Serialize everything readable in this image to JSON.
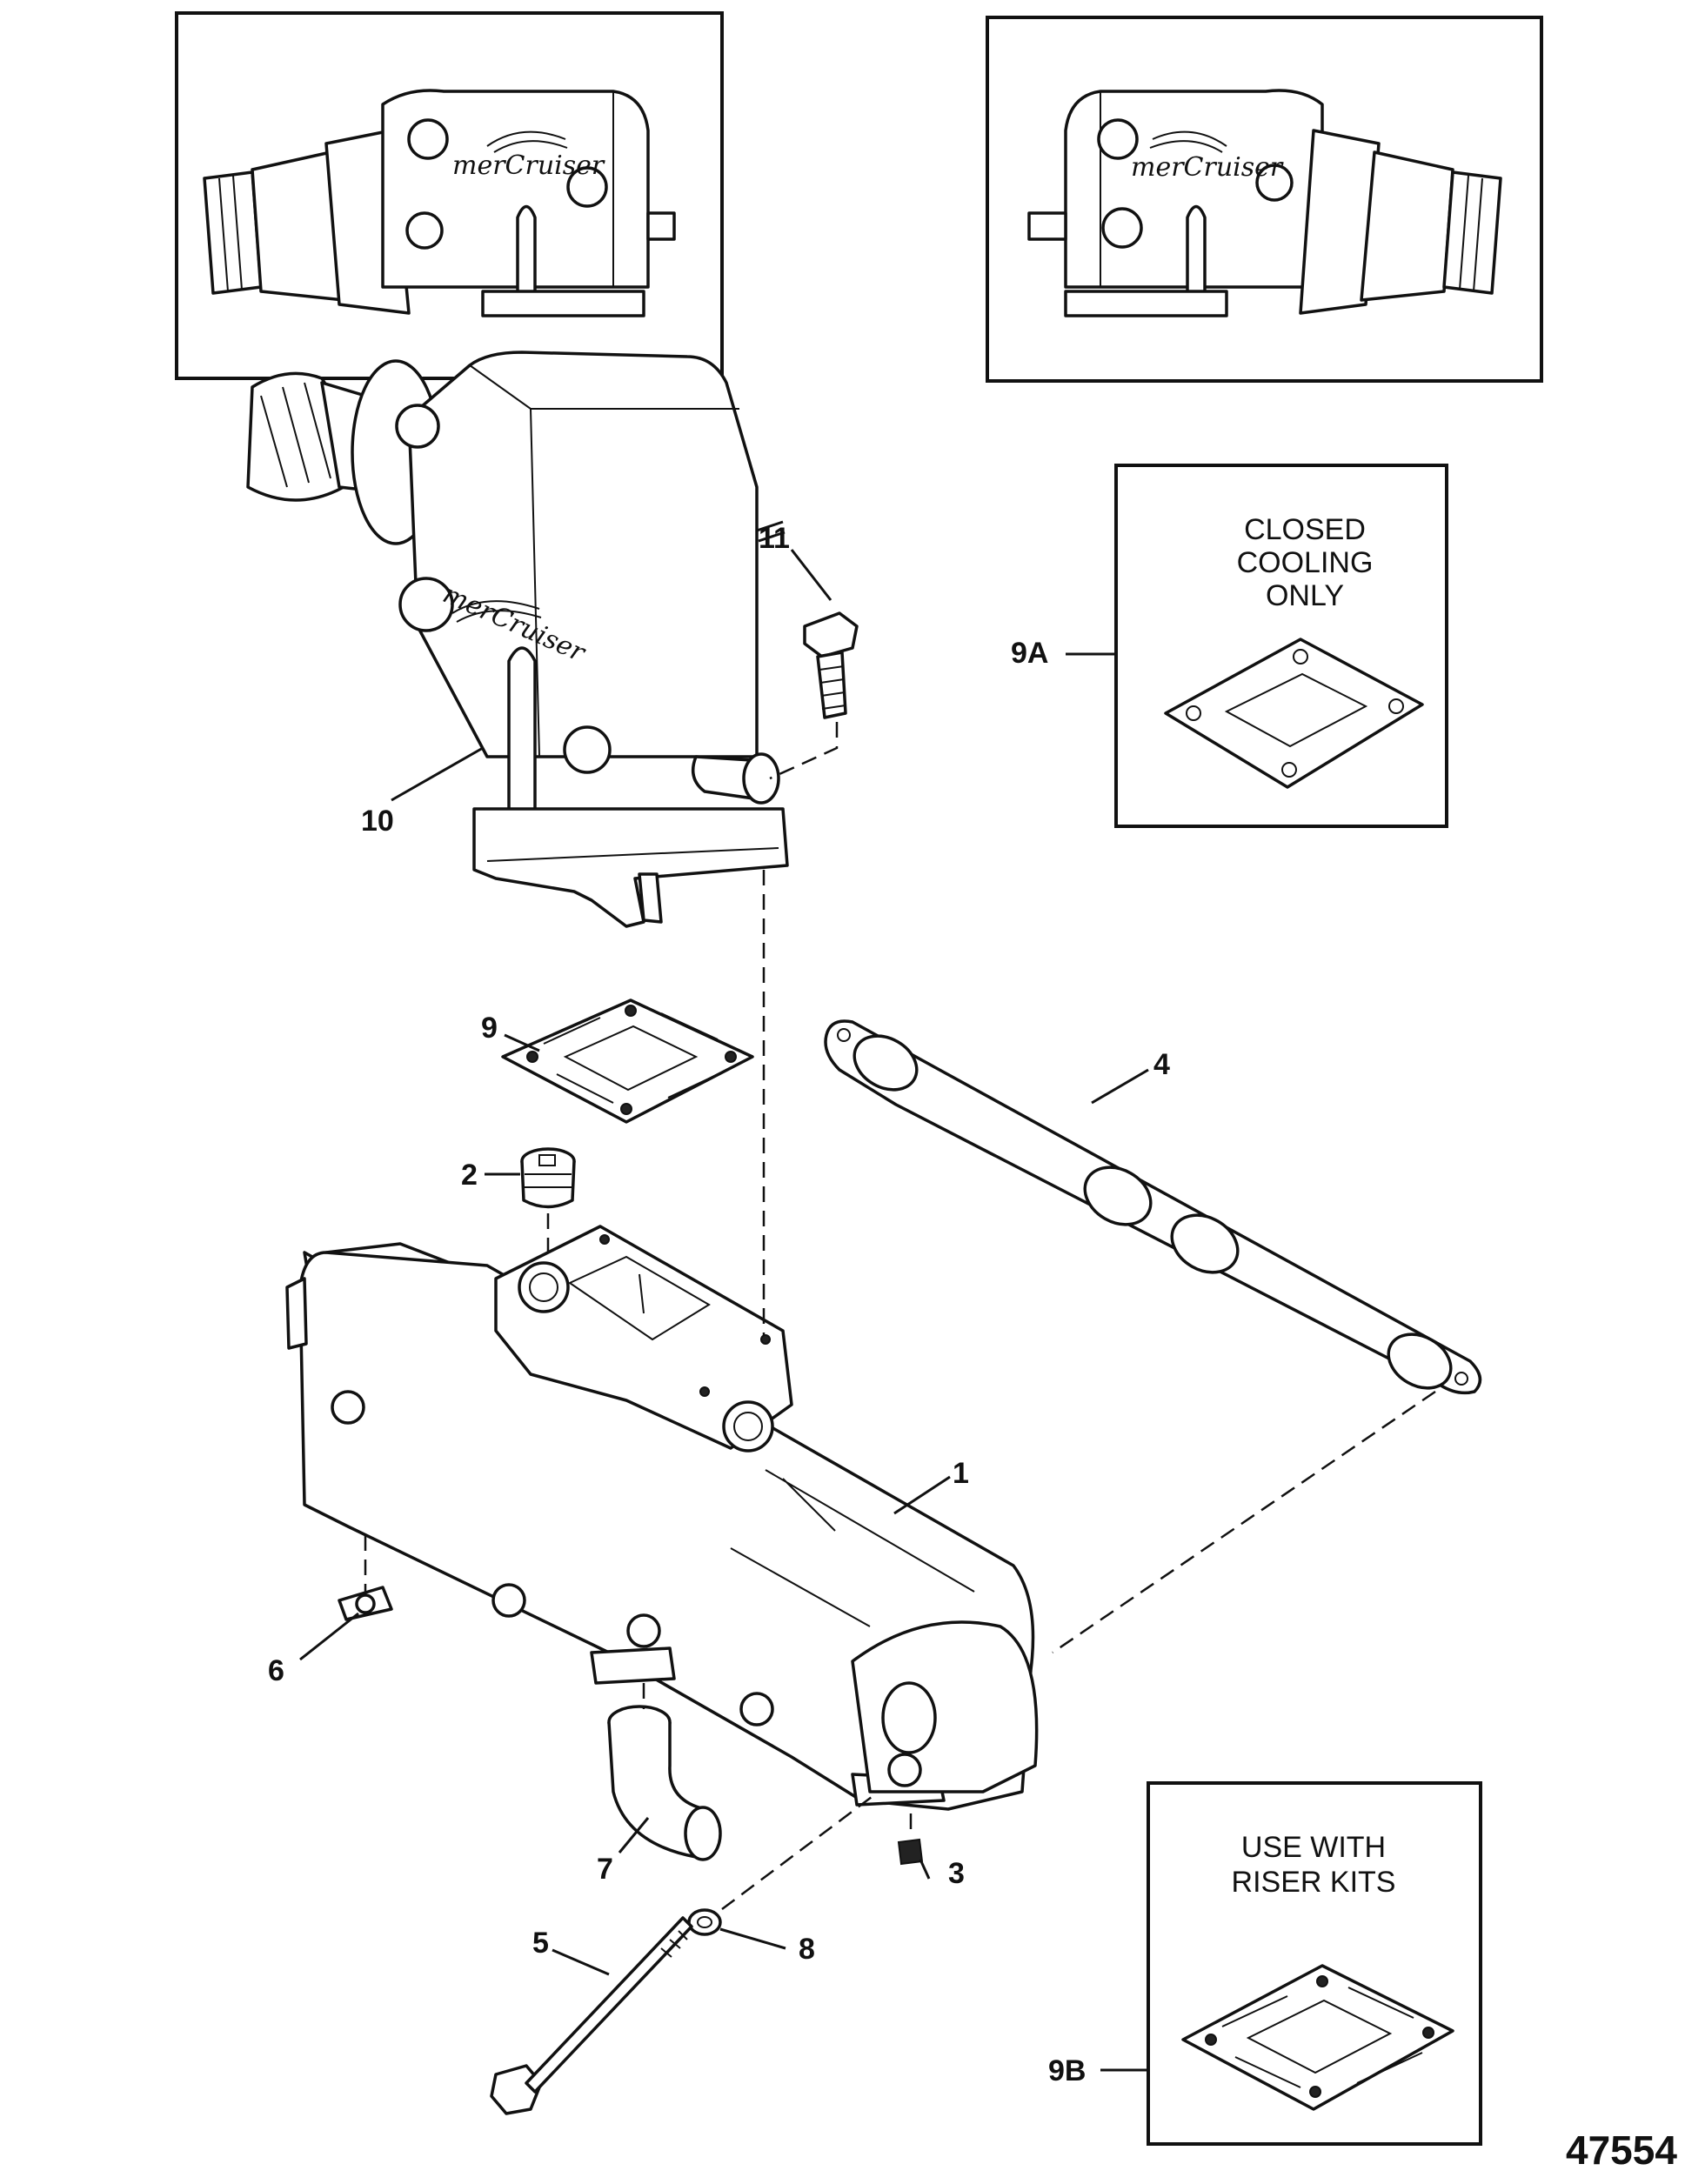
{
  "diagram": {
    "brand_logo_text": "merCruiser",
    "notes": {
      "closed_cooling": [
        "CLOSED",
        "COOLING",
        "ONLY"
      ],
      "riser_kits": [
        "USE WITH",
        "RISER KITS"
      ]
    },
    "callouts": {
      "p1": "1",
      "p2": "2",
      "p3": "3",
      "p4": "4",
      "p5": "5",
      "p6": "6",
      "p7": "7",
      "p8": "8",
      "p9": "9",
      "p9a": "9A",
      "p9b": "9B",
      "p10": "10",
      "p11": "11"
    },
    "figure_number": "47554"
  }
}
